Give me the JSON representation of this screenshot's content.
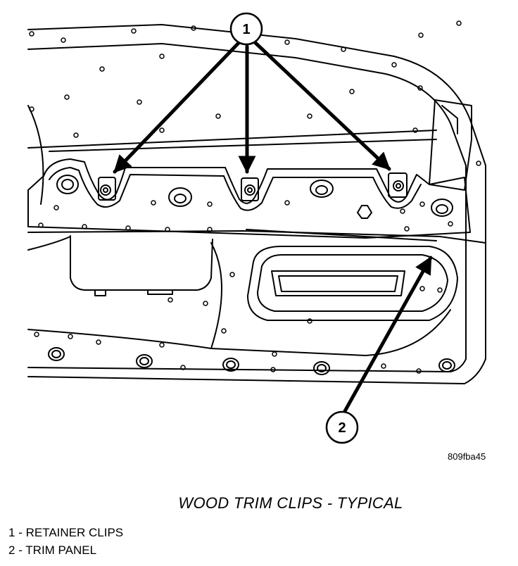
{
  "callouts": [
    {
      "number": "1"
    },
    {
      "number": "2"
    }
  ],
  "figure_code": "809fba45",
  "caption": "WOOD TRIM CLIPS - TYPICAL",
  "legend": [
    {
      "number": "1",
      "label": "RETAINER CLIPS"
    },
    {
      "number": "2",
      "label": "TRIM PANEL"
    }
  ]
}
